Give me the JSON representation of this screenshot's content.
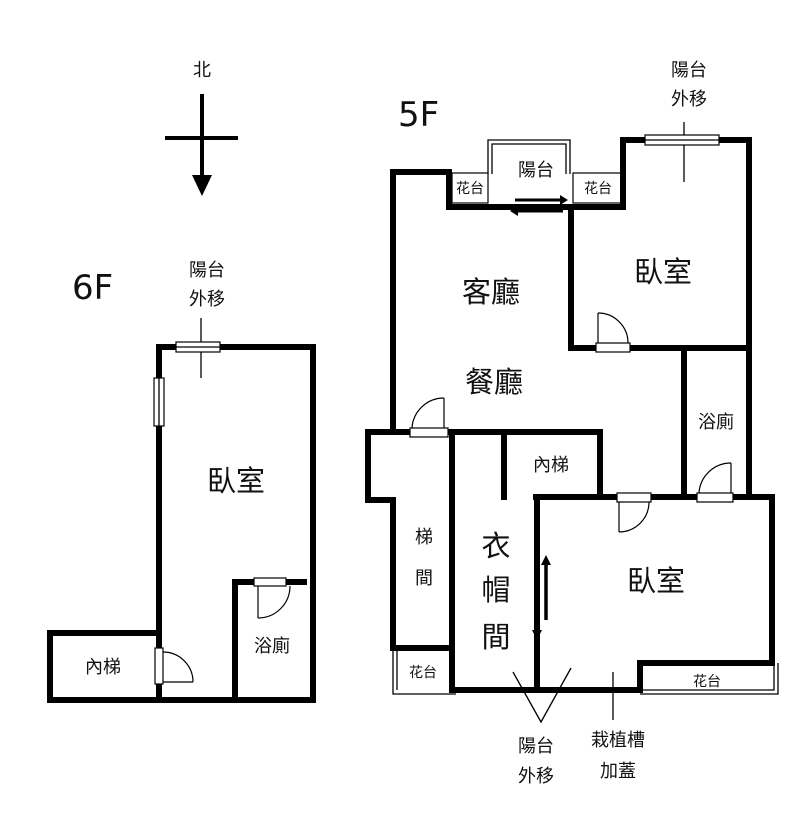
{
  "compass": {
    "label": "北"
  },
  "floor_6f": {
    "title": "6F",
    "balcony_note": [
      "陽台",
      "外移"
    ],
    "bedroom": "臥室",
    "bathroom": "浴廁",
    "inner_stairs": "內梯"
  },
  "floor_5f": {
    "title": "5F",
    "balcony_top": "陽台",
    "planter_left": "花台",
    "planter_right": "花台",
    "balcony_note_top": [
      "陽台",
      "外移"
    ],
    "living_room": "客廳",
    "dining_room": "餐廳",
    "bedroom_ne": "臥室",
    "bathroom": "浴廁",
    "inner_stairs": "內梯",
    "stairwell": [
      "梯",
      "間"
    ],
    "cloakroom": [
      "衣",
      "帽",
      "間"
    ],
    "bedroom_se": "臥室",
    "planter_bottom_left": "花台",
    "planter_bottom_right": "花台",
    "balcony_note_bottom": [
      "陽台",
      "外移"
    ],
    "planter_note": [
      "栽植槽",
      "加蓋"
    ]
  }
}
